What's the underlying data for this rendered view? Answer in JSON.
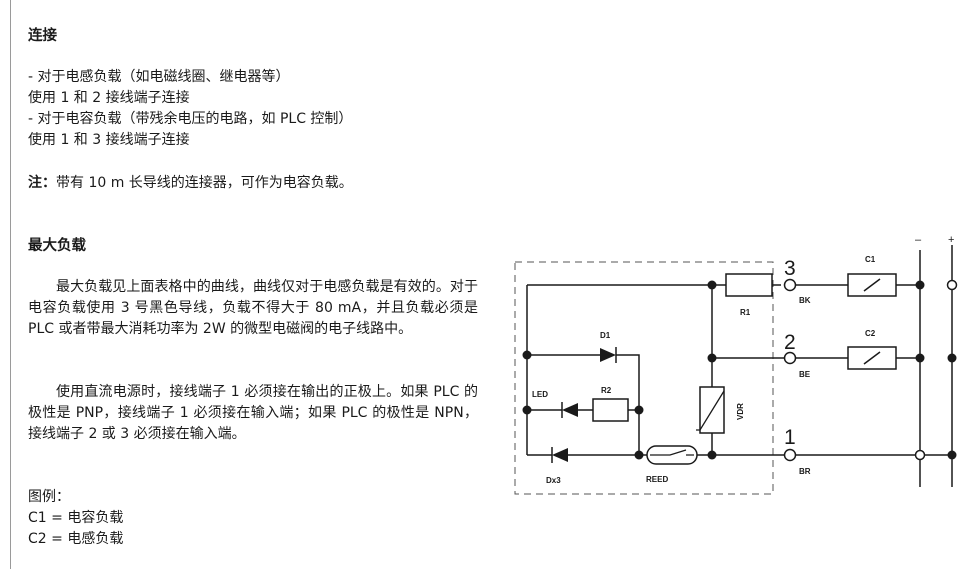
{
  "sections": {
    "connection": {
      "heading": "连接",
      "lines": [
        "- 对于电感负载（如电磁线圈、继电器等）",
        "使用 1 和 2 接线端子连接",
        "- 对于电容负载（带残余电压的电路，如 PLC 控制）",
        "使用 1 和 3 接线端子连接"
      ],
      "note_label": "注：",
      "note_text": "带有 10 m 长导线的连接器，可作为电容负载。"
    },
    "max_load": {
      "heading": "最大负载",
      "paragraph1": "最大负载见上面表格中的曲线，曲线仅对于电感负载是有效的。对于电容负载使用 3 号黑色导线，负载不得大于 80 mA，并且负载必须是 PLC 或者带最大消耗功率为 2W 的微型电磁阀的电子线路中。",
      "paragraph2": "使用直流电源时，接线端子 1 必须接在输出的正极上。如果 PLC 的极性是 PNP，接线端子 1 必须接在输入端；如果 PLC 的极性是 NPN，接线端子 2 或 3 必须接在输入端。"
    },
    "legend": {
      "title": "图例：",
      "items": [
        "C1 = 电容负载",
        "C2 = 电感负载"
      ]
    }
  },
  "circuit": {
    "polarity_minus": "–",
    "polarity_plus": "+",
    "terminals": [
      {
        "number": "3",
        "wire": "BK"
      },
      {
        "number": "2",
        "wire": "BE"
      },
      {
        "number": "1",
        "wire": "BR"
      }
    ],
    "components": {
      "r1": "R1",
      "r2": "R2",
      "c1": "C1",
      "c2": "C2",
      "d1": "D1",
      "led": "LED",
      "vdr": "VDR",
      "reed": "REED",
      "dx3": "Dx3"
    }
  }
}
